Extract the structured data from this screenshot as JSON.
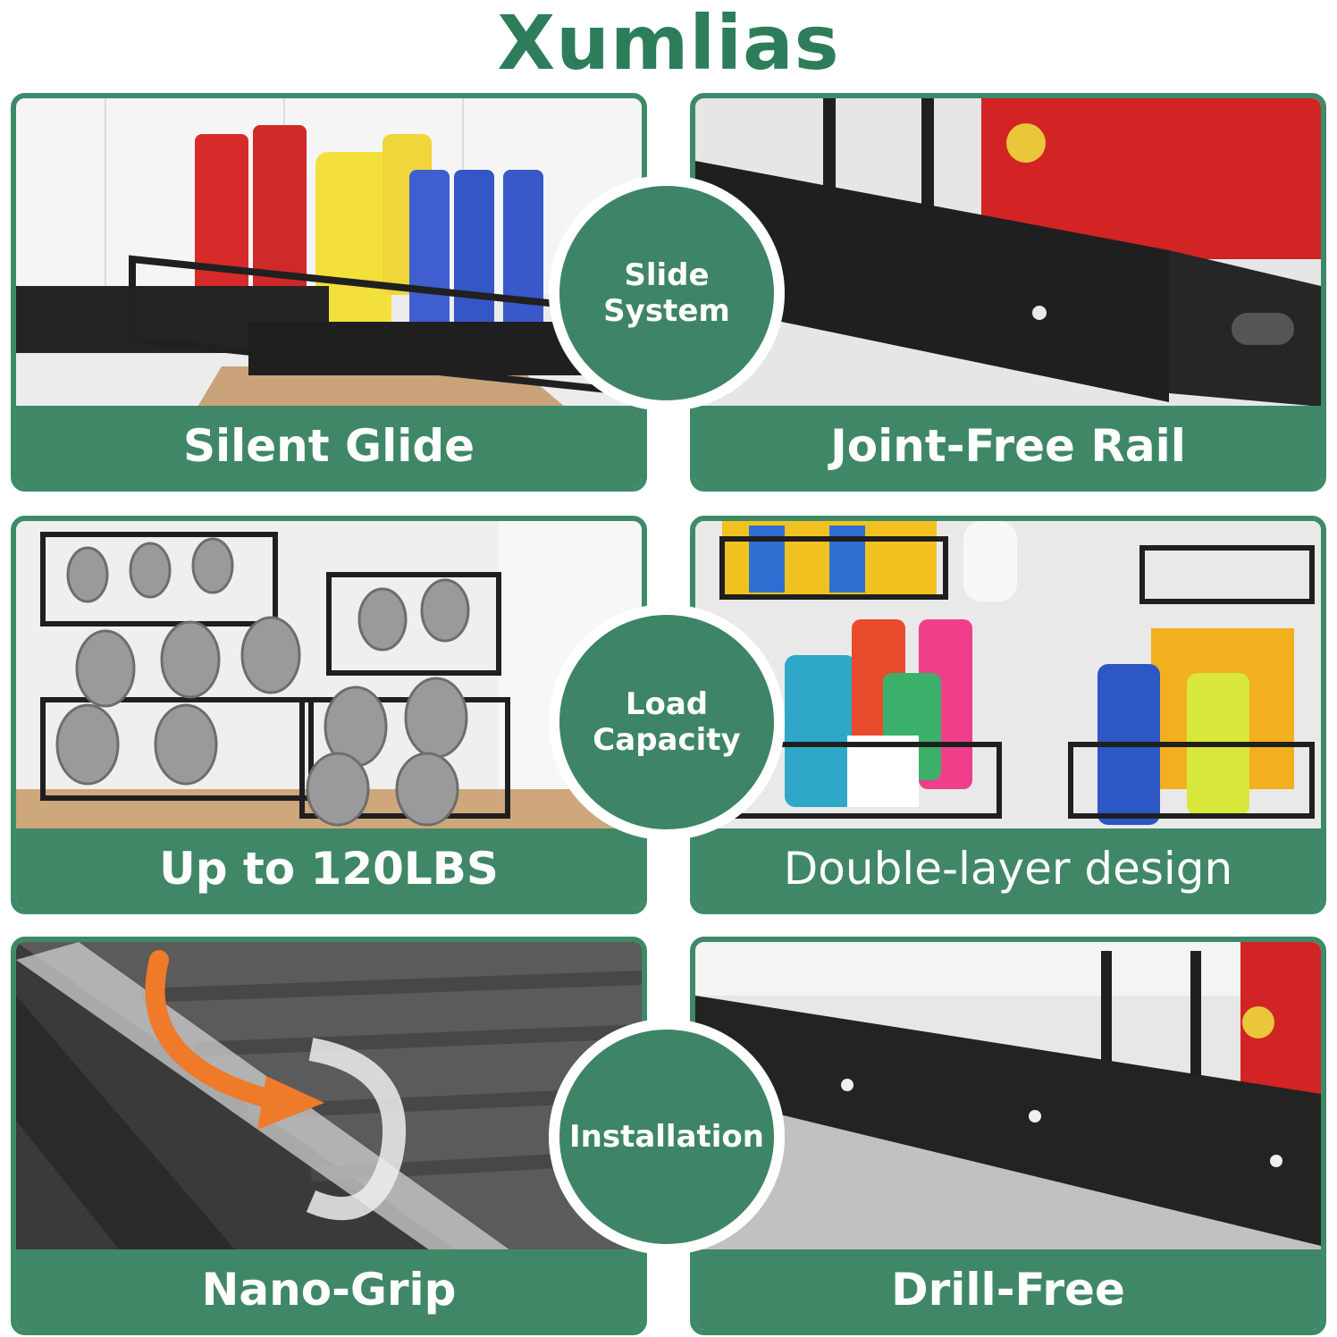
{
  "brand": "Xumlias",
  "panels": [
    {
      "caption": "Silent Glide",
      "scene": "Pull-out drawer holding cleaning bottles under sink"
    },
    {
      "caption": "Joint-Free Rail",
      "scene": "Close-up of black slide rail"
    },
    {
      "caption": "Up to 120LBS",
      "scene": "Two-tier racks loaded with dumbbells"
    },
    {
      "caption": "Double-layer design",
      "scene": "Two-tier organizer with detergents"
    },
    {
      "caption": "Nano-Grip",
      "scene": "Adhesive strip applied to rack base"
    },
    {
      "caption": "Drill-Free",
      "scene": "Black base rail with screws"
    }
  ],
  "badges": [
    {
      "label": "Slide\nSystem"
    },
    {
      "label": "Load\nCapacity"
    },
    {
      "label": "Installation"
    }
  ],
  "colors": {
    "brand_green": "#2e7d5a",
    "caption_bar": "#3f8767",
    "badge_fill": "#3d8566",
    "rail_black": "#1f1f1f"
  }
}
